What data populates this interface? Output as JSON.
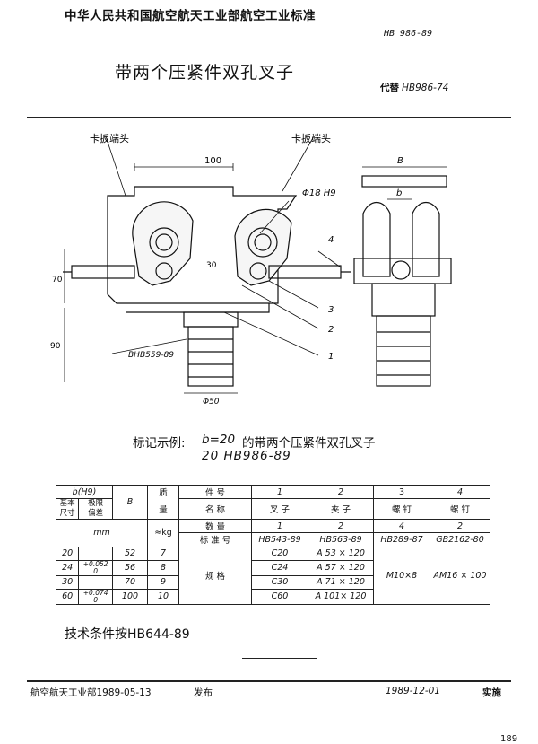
{
  "header": {
    "org_standard": "中华人民共和国航空航天工业部航空工业标准",
    "std_number": "HB 986-89",
    "title": "带两个压紧件双孔叉子",
    "replaces_label": "代替",
    "replaces_number": "HB986-74"
  },
  "drawing": {
    "label_left_clamp": "卡扳端头",
    "label_right_clamp": "卡扳端头",
    "dim_100": "100",
    "dim_B": "B",
    "dim_phi18": "Φ18 H9",
    "dim_b": "b",
    "dim_70": "70",
    "dim_30": "30",
    "dim_90": "90",
    "dim_phi50": "Φ50",
    "ref_bhb": "BHB559-89",
    "callouts": [
      "4",
      "3",
      "2",
      "1"
    ]
  },
  "marking": {
    "label": "标记示例:",
    "b_value": "b=20",
    "description": "的带两个压紧件双孔叉子",
    "code": "20 HB986-89"
  },
  "table": {
    "b_h9": "b(H9)",
    "B": "B",
    "mass": "质",
    "mass2": "量",
    "basic_size": "基本\n尺寸",
    "limit_dev": "极限\n偏差",
    "mm": "mm",
    "kg": "≈kg",
    "row_labels": {
      "part_no": "件 号",
      "name": "名 称",
      "qty": "数 量",
      "std": "标 准 号",
      "spec": "规 格"
    },
    "parts": [
      {
        "no": "1",
        "name": "叉 子",
        "qty": "1",
        "std": "HB543-89"
      },
      {
        "no": "2",
        "name": "夹 子",
        "qty": "2",
        "std": "HB563-89"
      },
      {
        "no": "3",
        "name": "螺 钉",
        "qty": "4",
        "std": "HB289-87"
      },
      {
        "no": "4",
        "name": "螺 钉",
        "qty": "2",
        "std": "GB2162-80"
      }
    ],
    "rows": [
      {
        "b": "20",
        "dev": "",
        "B": "52",
        "kg": "7",
        "p1": "C20",
        "p2": "A 53 × 120"
      },
      {
        "b": "24",
        "dev": "+0.052\n0",
        "B": "56",
        "kg": "8",
        "p1": "C24",
        "p2": "A 57 × 120"
      },
      {
        "b": "30",
        "dev": "",
        "B": "70",
        "kg": "9",
        "p1": "C30",
        "p2": "A 71 × 120"
      },
      {
        "b": "60",
        "dev": "+0.074\n0",
        "B": "100",
        "kg": "10",
        "p1": "C60",
        "p2": "A 101× 120"
      }
    ],
    "p3_spec": "M10×8",
    "p4_spec": "AM16 × 100"
  },
  "tech_req": "技术条件按HB644-89",
  "footer": {
    "issuer": "航空航天工业部1989-05-13",
    "issue": "发布",
    "impl_date": "1989-12-01",
    "impl": "实施"
  },
  "page_number": "189"
}
